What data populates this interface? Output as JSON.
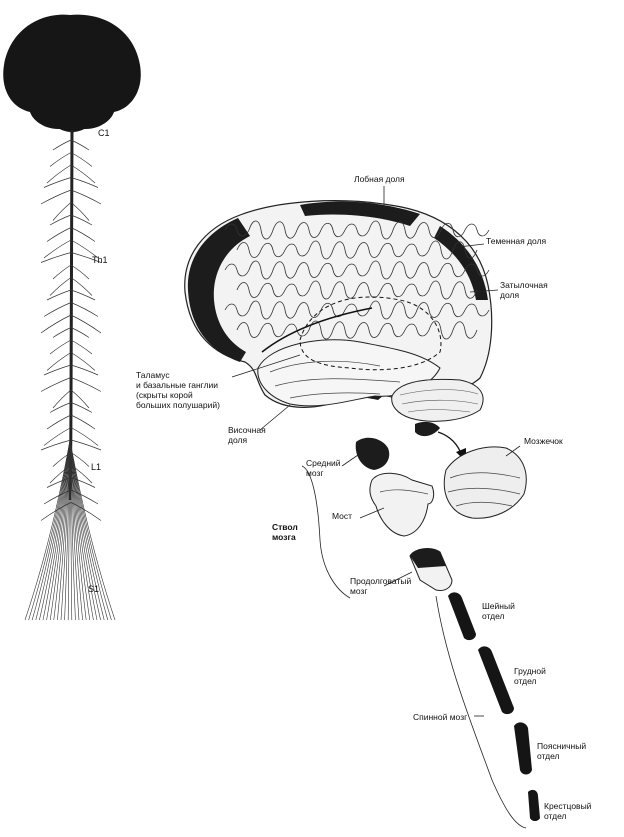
{
  "segments": {
    "c1": "C1",
    "th1": "Th1",
    "l1": "L1",
    "s1": "S1"
  },
  "labels": {
    "frontal": "Лобная доля",
    "parietal": "Теменная доля",
    "occipital_1": "Затылочная",
    "occipital_2": "доля",
    "thalamus_1": "Таламус",
    "thalamus_2": "и базальные ганглии",
    "thalamus_3": "(скрыты корой",
    "thalamus_4": "больших полушарий)",
    "temporal_1": "Височная",
    "temporal_2": "доля",
    "cerebellum": "Мозжечок",
    "midbrain_1": "Средний",
    "midbrain_2": "мозг",
    "pons": "Мост",
    "brainstem_1": "Ствол",
    "brainstem_2": "мозга",
    "medulla_1": "Продолговатый",
    "medulla_2": "мозг",
    "cervical_1": "Шейный",
    "cervical_2": "отдел",
    "thoracic_1": "Грудной",
    "thoracic_2": "отдел",
    "spinal_cord": "Спинной мозг",
    "lumbar_1": "Поясничный",
    "lumbar_2": "отдел",
    "sacral_1": "Крестцовый",
    "sacral_2": "отдел"
  }
}
